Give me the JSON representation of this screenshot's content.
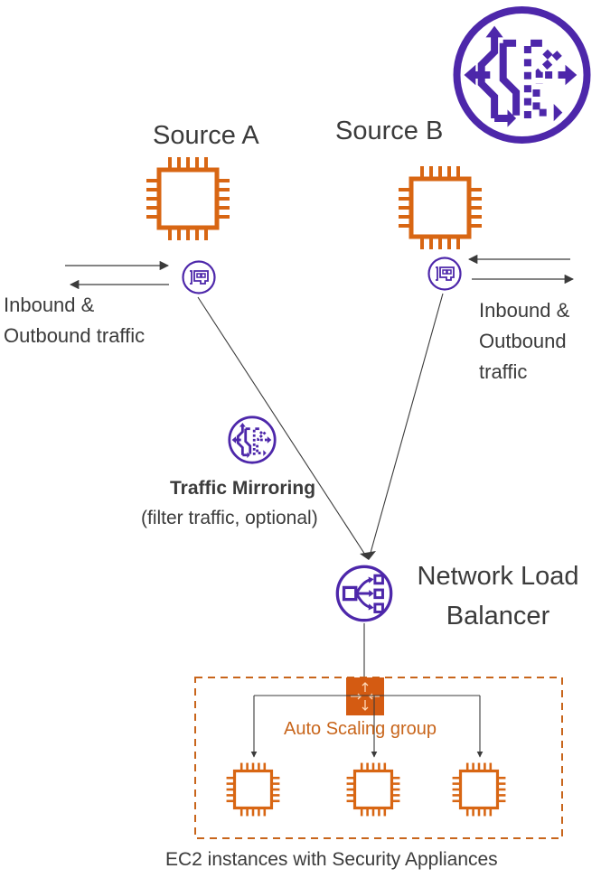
{
  "colors": {
    "ec2_orange": "#d86613",
    "purple": "#4d27aa",
    "line": "#3b3b3b",
    "asg_text": "#c8651b",
    "text": "#3b3b3b"
  },
  "header_icon": {
    "icon": "traffic-mirroring-icon"
  },
  "source_a": {
    "title": "Source A",
    "instance_icon": "ec2-instance-icon",
    "eni_icon": "elastic-network-interface-icon",
    "traffic_label_line1": "Inbound &",
    "traffic_label_line2": "Outbound traffic"
  },
  "source_b": {
    "title": "Source B",
    "instance_icon": "ec2-instance-icon",
    "eni_icon": "elastic-network-interface-icon",
    "traffic_label_line1": "Inbound &",
    "traffic_label_line2": "Outbound",
    "traffic_label_line3": "traffic"
  },
  "traffic_mirroring": {
    "icon": "traffic-mirroring-icon",
    "title": "Traffic Mirroring",
    "subtitle": "(filter traffic, optional)"
  },
  "nlb": {
    "icon": "network-load-balancer-icon",
    "label_line1": "Network Load",
    "label_line2": "Balancer"
  },
  "asg": {
    "icon": "auto-scaling-icon",
    "label": "Auto Scaling group",
    "instance_count": 3
  },
  "caption": "EC2 instances with Security Appliances"
}
